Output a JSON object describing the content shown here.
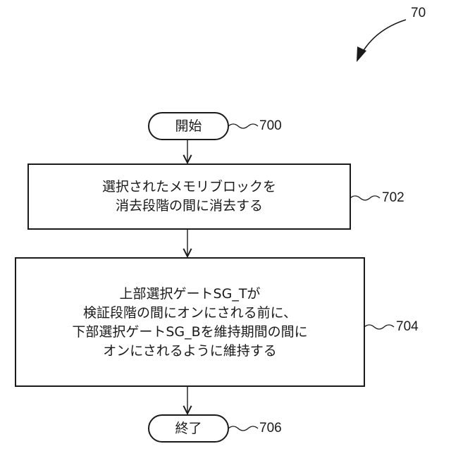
{
  "figure_ref": "70",
  "nodes": [
    {
      "id": "start",
      "lines": [
        "開始"
      ],
      "ref": "700"
    },
    {
      "id": "step702",
      "lines": [
        "選択されたメモリブロックを",
        "消去段階の間に消去する"
      ],
      "ref": "702"
    },
    {
      "id": "step704",
      "lines": [
        "上部選択ゲートSG_Tが",
        "検証段階の間にオンにされる前に、",
        "下部選択ゲートSG_Bを維持期間の間に",
        "オンにされるように維持する"
      ],
      "ref": "704"
    },
    {
      "id": "end",
      "lines": [
        "終了"
      ],
      "ref": "706"
    }
  ]
}
